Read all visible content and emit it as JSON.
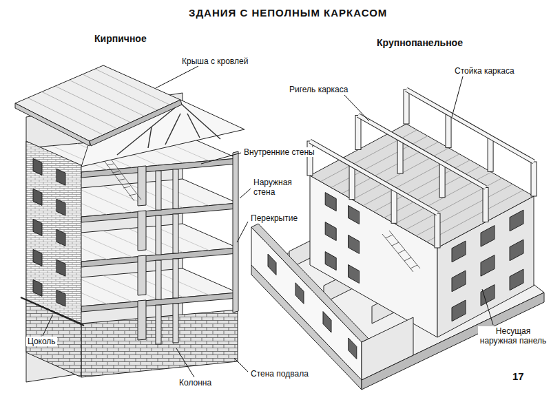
{
  "diagram": {
    "title": "ЗДАНИЯ С НЕПОЛНЫМ КАРКАСОМ",
    "labels": [
      "Кирпичное",
      "Крупнопанельное",
      "Крыша с кровлей",
      "Внутренние стены",
      "Наружная стена",
      "Перекрытие",
      "Цоколь",
      "Колонна",
      "Стена подвала",
      "Ригель каркаса",
      "Стойка каркаса",
      "Несущая наружная панель",
      "17"
    ]
  }
}
